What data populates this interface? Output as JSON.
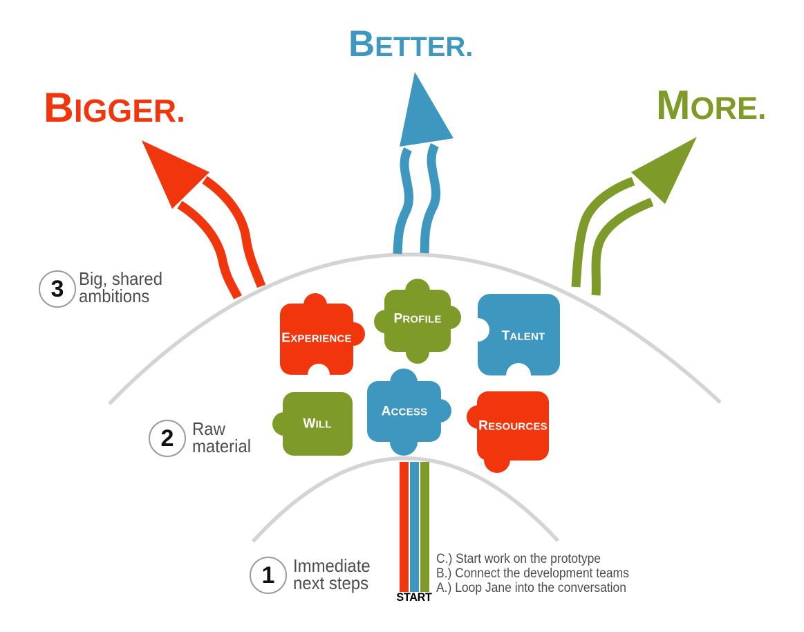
{
  "palette": {
    "red": "#F1350C",
    "blue": "#3D97BE",
    "olive": "#7E9A28",
    "arc_gray": "#D4D4D4",
    "label_gray": "#4D4D4D",
    "circle_border": "#999999",
    "number_color": "#111111",
    "start_color": "#000000",
    "white": "#FFFFFF"
  },
  "headings": {
    "bigger": {
      "text": "BIGGER.",
      "color": "#F1350C"
    },
    "better": {
      "text": "BETTER.",
      "color": "#3D97BE"
    },
    "more": {
      "text": "MORE.",
      "color": "#7E9A28"
    }
  },
  "steps": [
    {
      "number": "3",
      "label": "Big, shared\nambitions"
    },
    {
      "number": "2",
      "label": "Raw\nmaterial"
    },
    {
      "number": "1",
      "label": "Immediate\nnext steps"
    }
  ],
  "puzzle_pieces": [
    {
      "label": "EXPERIENCE",
      "color": "#F1350C"
    },
    {
      "label": "PROFILE",
      "color": "#7E9A28"
    },
    {
      "label": "TALENT",
      "color": "#3D97BE"
    },
    {
      "label": "WILL",
      "color": "#7E9A28"
    },
    {
      "label": "ACCESS",
      "color": "#3D97BE"
    },
    {
      "label": "RESOURCES",
      "color": "#F1350C"
    }
  ],
  "start_label": "START",
  "next_steps": {
    "items": [
      "C.) Start work on the prototype",
      "B.) Connect the development teams",
      "A.) Loop Jane into the conversation"
    ]
  }
}
